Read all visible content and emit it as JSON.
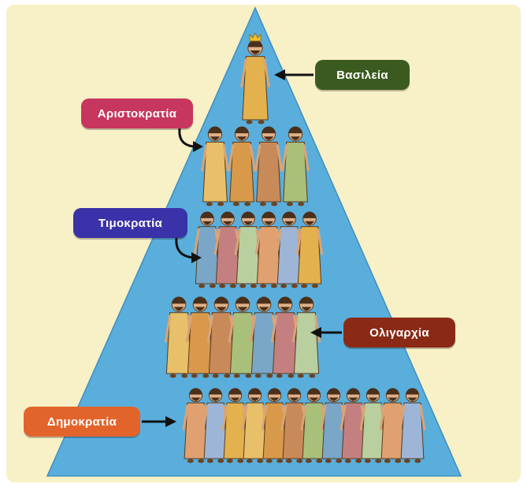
{
  "diagram": {
    "pyramid_color": "#5aaedc",
    "background_color": "#f8f0c6",
    "tiers": [
      {
        "name": "Βασιλεία",
        "color": "#3b5a1f",
        "people": 1
      },
      {
        "name": "Αριστοκρατία",
        "color": "#c7365e",
        "people": 4
      },
      {
        "name": "Τιμοκρατία",
        "color": "#3a32a8",
        "people": 6
      },
      {
        "name": "Ολιγαρχία",
        "color": "#8a2a16",
        "people": 7
      },
      {
        "name": "Δημοκρατία",
        "color": "#e2642b",
        "people": 12
      }
    ],
    "robe_colors": [
      "#e3b14e",
      "#e8c06a",
      "#d89a4a",
      "#c98a5a",
      "#a9c07a",
      "#7aa6c8",
      "#c48080",
      "#b9cfa0",
      "#e0a070",
      "#9db6d8"
    ]
  }
}
